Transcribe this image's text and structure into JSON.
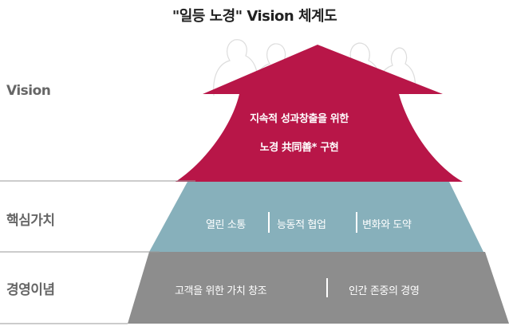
{
  "title": "\"일등 노경\" Vision 체계도",
  "rows": {
    "vision": "Vision",
    "core_values": "핵심가치",
    "philosophy": "경영이념"
  },
  "vision_text": {
    "line1": "지속적 성과창출을 위한",
    "line2": "노경 共同善* 구현"
  },
  "core_values": [
    "열린 소통",
    "능동적 협업",
    "변화와 도약"
  ],
  "philosophy": [
    "고객을 위한 가치 창조",
    "인간 존중의 경영"
  ],
  "colors": {
    "vision": "#b81648",
    "core_values": "#87b0bb",
    "philosophy": "#8d8d8d",
    "lines": "#999999",
    "label": "#666666"
  },
  "icons": [
    "people-silhouette-background",
    "upward-arrow"
  ]
}
